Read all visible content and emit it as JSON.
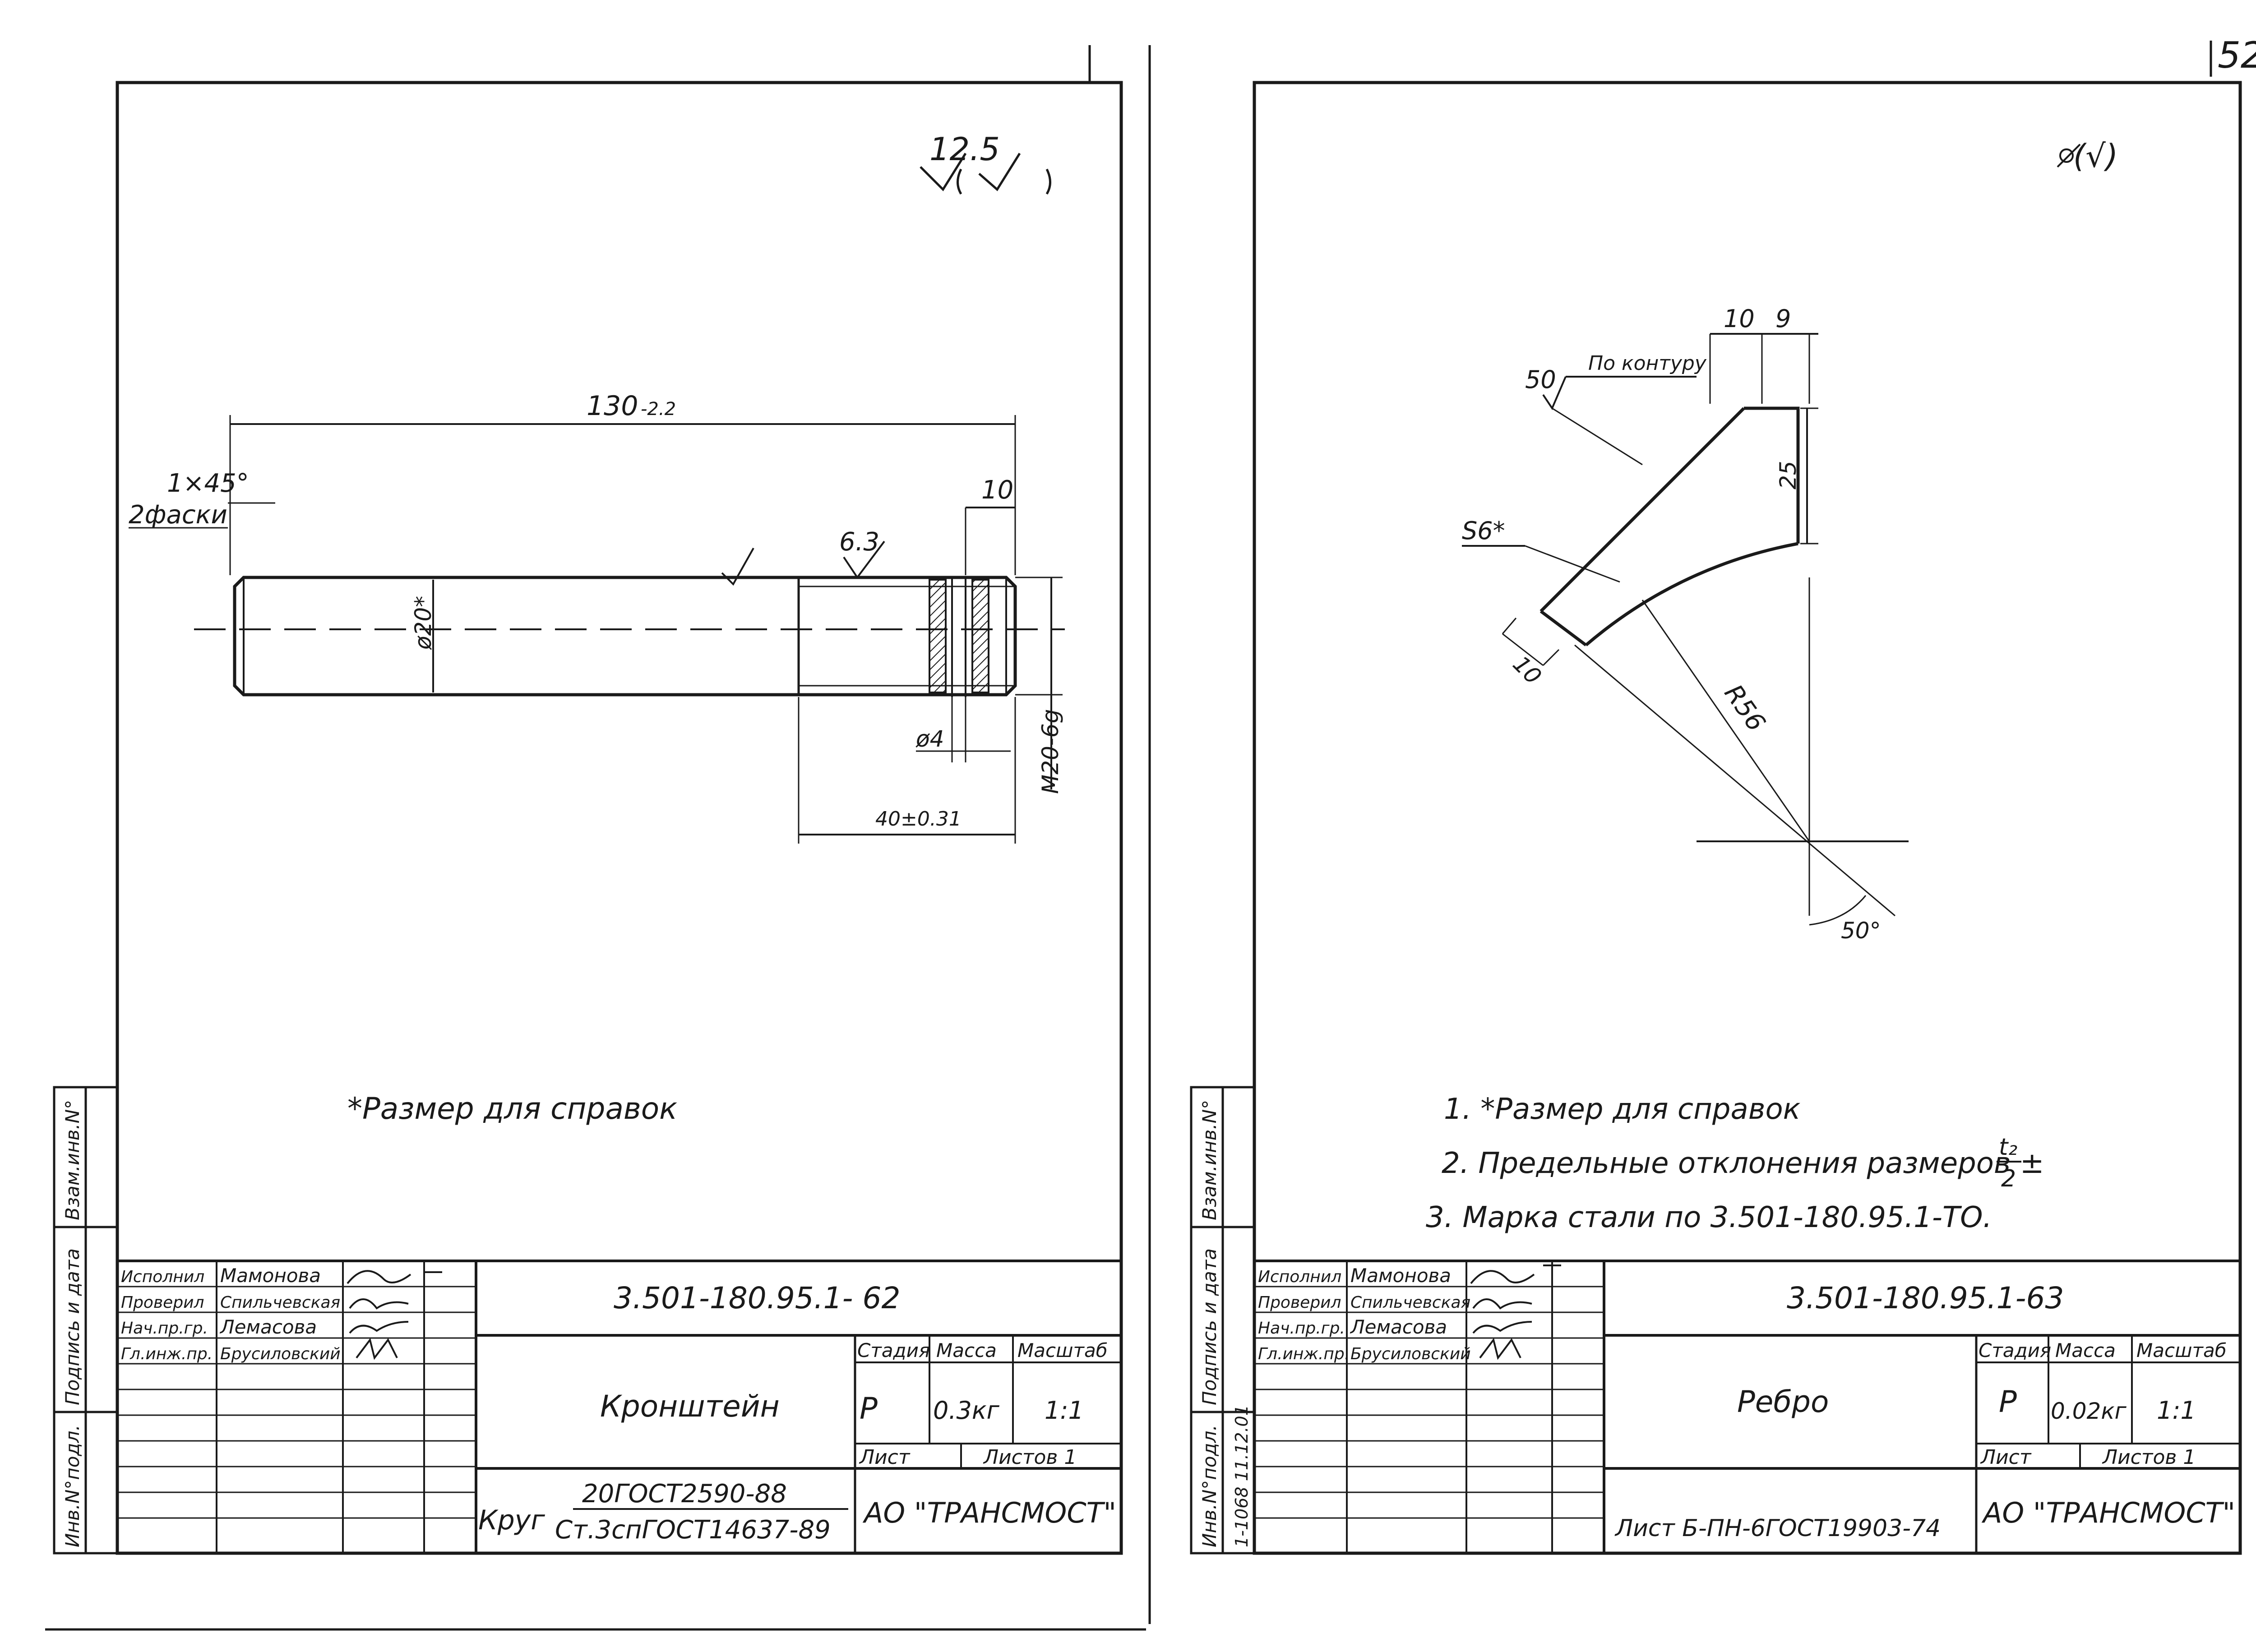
{
  "page_number": "52",
  "sheet_left": {
    "roughness": {
      "value": "12.5",
      "suffix": "(√)"
    },
    "dimensions": {
      "overall_length": "130",
      "overall_length_tol": "-2.2",
      "chamfer": "1×45°",
      "chamfer_count": "2фаски",
      "thread_width": "10",
      "local_roughness": "6.3",
      "diameter": "ø20*",
      "hole": "ø4",
      "thread": "M20-6g",
      "thread_length": "40±0.31"
    },
    "note": "*Размер для справок",
    "title_block": {
      "designation": "3.501-180.95.1- 62",
      "name": "Кронштейн",
      "stage_header": "Стадия",
      "mass_header": "Масса",
      "scale_header": "Масштаб",
      "stage": "Р",
      "mass": "0.3кг",
      "scale": "1:1",
      "sheet_label": "Лист",
      "sheets_label": "Листов 1",
      "material_prefix": "Круг",
      "material_top": "20ГОСТ2590-88",
      "material_bottom": "Ст.3спГОСТ14637-89",
      "company": "АО \"ТРАНСМОСТ\"",
      "people": [
        {
          "role": "Исполнил",
          "name": "Мамонова"
        },
        {
          "role": "Проверил",
          "name": "Спильчевская"
        },
        {
          "role": "Нач.пр.гр.",
          "name": "Лемасова"
        },
        {
          "role": "Гл.инж.пр.",
          "name": "Брусиловский"
        }
      ]
    },
    "side_labels": [
      "Взам.инв.N°",
      "Подпись и дата",
      "Инв.N°подл."
    ]
  },
  "sheet_right": {
    "roughness": "(√)",
    "dimensions": {
      "weld_mark": "50",
      "weld_note": "По контуру",
      "top_a": "10",
      "top_b": "9",
      "height": "25",
      "thickness": "S6*",
      "edge": "10",
      "radius": "R56",
      "angle": "50°"
    },
    "notes": [
      "1. *Размер для справок",
      "2. Предельные отклонения размеров ±",
      "3. Марка стали по 3.501-180.95.1-ТО."
    ],
    "fraction_num": "t₂",
    "fraction_den": "2",
    "title_block": {
      "designation": "3.501-180.95.1-63",
      "name": "Ребро",
      "stage_header": "Стадия",
      "mass_header": "Масса",
      "scale_header": "Масштаб",
      "stage": "Р",
      "mass": "0.02кг",
      "scale": "1:1",
      "sheet_label": "Лист",
      "sheets_label": "Листов 1",
      "material": "Лист Б-ПН-6ГОСТ19903-74",
      "company": "АО \"ТРАНСМОСТ\"",
      "people": [
        {
          "role": "Исполнил",
          "name": "Мамонова"
        },
        {
          "role": "Проверил",
          "name": "Спильчевская"
        },
        {
          "role": "Нач.пр.гр.",
          "name": "Лемасова"
        },
        {
          "role": "Гл.инж.пр.",
          "name": "Брусиловский"
        }
      ]
    },
    "side_labels": [
      "Взам.инв.N°",
      "Подпись и дата",
      "Инв.N°подл."
    ],
    "side_stamp": "1-1068  11.12.01"
  }
}
